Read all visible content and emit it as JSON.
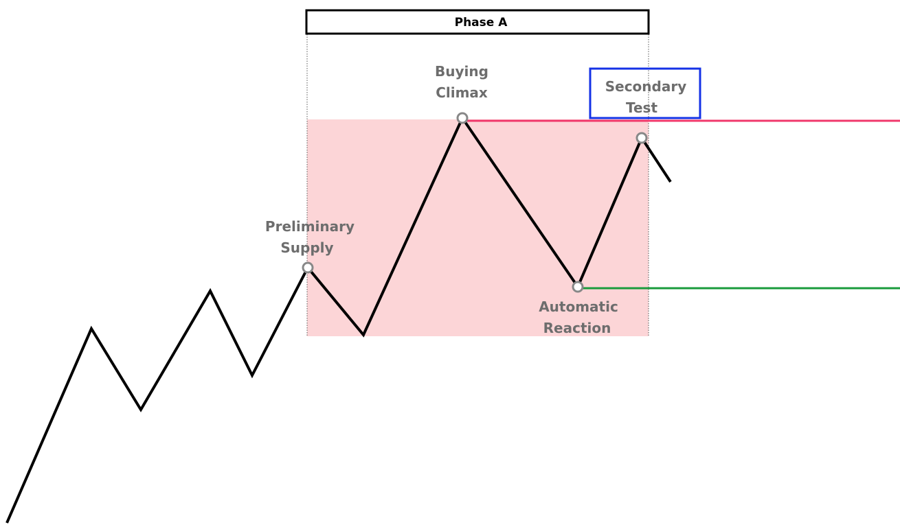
{
  "diagram": {
    "title": "Phase A",
    "colors": {
      "price_line": "#000000",
      "range_fill": "#fcd5d7",
      "resistance": "#f0386b",
      "support": "#1a9b3c",
      "highlight_box": "#1432e6",
      "marker": "#888888",
      "label": "#6d6d6d"
    },
    "events": {
      "preliminary_supply": {
        "line1": "Preliminary",
        "line2": "Supply"
      },
      "buying_climax": {
        "line1": "Buying",
        "line2": "Climax"
      },
      "automatic_reaction": {
        "line1": "Automatic",
        "line2": "Reaction"
      },
      "secondary_test": {
        "line1": "Secondary",
        "line2": "Test"
      }
    },
    "highlighted_event": "secondary_test"
  }
}
